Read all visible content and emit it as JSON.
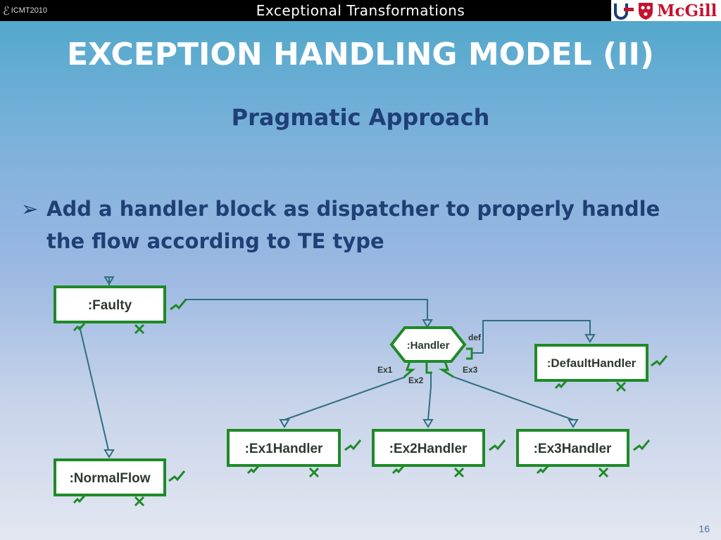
{
  "header": {
    "conference_label": "ICMT2010",
    "deck_title": "Exceptional Transformations",
    "logo_brand": "McGill"
  },
  "slide": {
    "title": "EXCEPTION HANDLING MODEL (II)",
    "subtitle": "Pragmatic Approach",
    "bullet": "Add a handler block as dispatcher to properly handle the flow according to TE type",
    "page_number": "16"
  },
  "diagram": {
    "colors": {
      "block_border": "#1e8a27",
      "block_fill": "#ffffff",
      "flow_line": "#2f6f80",
      "text": "#2d3a30"
    },
    "blocks": {
      "faulty": ":Faulty",
      "handler": ":Handler",
      "default_handler": ":DefaultHandler",
      "ex1_handler": ":Ex1Handler",
      "ex2_handler": ":Ex2Handler",
      "ex3_handler": ":Ex3Handler",
      "normal_flow": ":NormalFlow"
    },
    "port_labels": {
      "def": "def",
      "ex1": "Ex1",
      "ex2": "Ex2",
      "ex3": "Ex3"
    }
  }
}
